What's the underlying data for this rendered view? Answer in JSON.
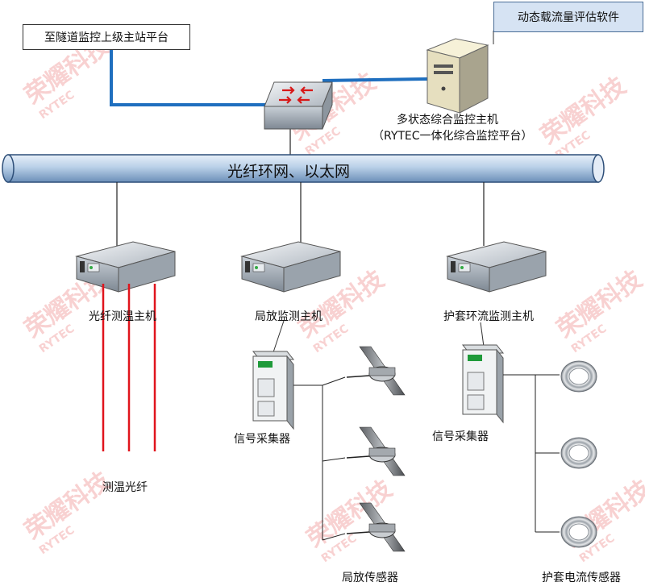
{
  "upper_platform": "至隧道监控上级主站平台",
  "software": "动态载流量评估软件",
  "host_name": "多状态综合监控主机",
  "host_sub": "（RYTEC一体化综合监控平台）",
  "ring_network": "光纤环网、以太网",
  "temp_host": "光纤测温主机",
  "pd_host": "局放监测主机",
  "sheath_host": "护套环流监测主机",
  "fiber_label": "测温光纤",
  "collector_pd": "信号采集器",
  "collector_sheath": "信号采集器",
  "pd_sensor": "局放传感器",
  "sheath_sensor": "护套电流传感器",
  "watermark_cn": "荣耀科技",
  "watermark_en": "RYTEC",
  "colors": {
    "link_blue": "#1f6fbf",
    "pipe_fill": "#b9d0e8",
    "fiber_red": "#e0141c",
    "software_box": "#d6e3f3"
  }
}
